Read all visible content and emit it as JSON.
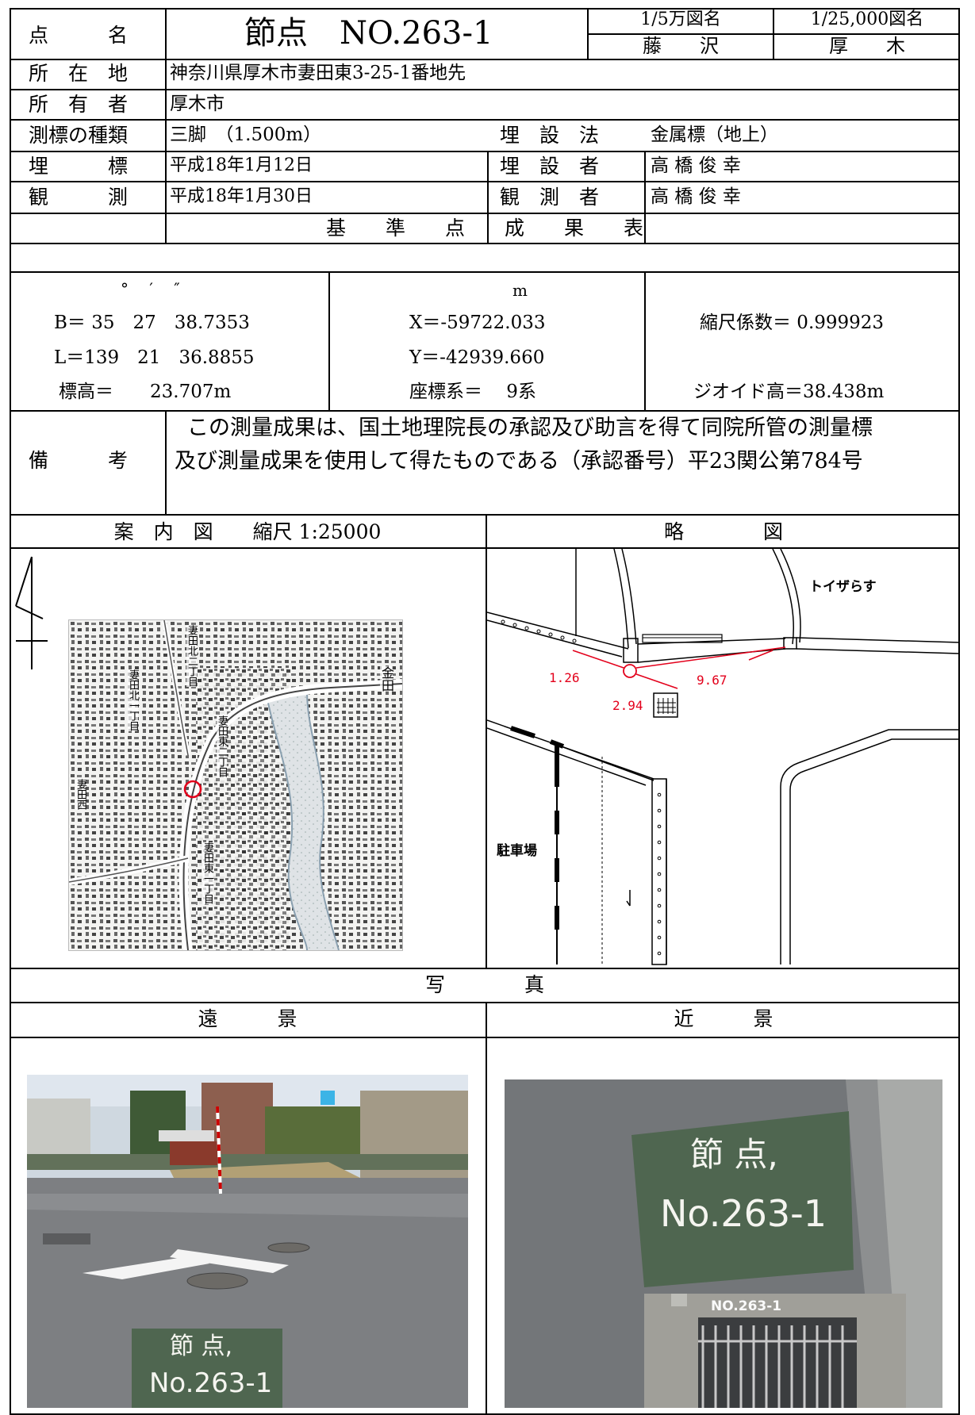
{
  "header": {
    "point_label": "点　　　名",
    "point_name": "節点　NO.263-1",
    "map50k_label": "1/5万図名",
    "map25k_label": "1/25,000図名",
    "map50k_value": "藤　　沢",
    "map25k_value": "厚　　木"
  },
  "info": {
    "location_label": "所　在　地",
    "location_value": "神奈川県厚木市妻田東3-25-1番地先",
    "owner_label": "所　有　者",
    "owner_value": "厚木市",
    "marker_type_label": "測標の種類",
    "marker_type_value": "三脚　（1.500m）",
    "burial_method_label": "埋　設　法",
    "burial_method_value": "金属標（地上）",
    "burial_label": "埋　　　標",
    "burial_date": "平成18年1月12日",
    "burier_label": "埋　設　者",
    "burier_value": "高 橋 俊 幸",
    "observation_label": "観　　　測",
    "observation_date": "平成18年1月30日",
    "observer_label": "観　測　者",
    "observer_value": "高 橋 俊 幸"
  },
  "results": {
    "title": "基　　準　　点　　成　　果　　表",
    "deg_units": "°　 ′　 ″",
    "B": "B＝ 35　27　38.7353",
    "L": "L＝139　21　36.8855",
    "elevation": "標高＝　　23.707m",
    "m_unit": "m",
    "X": "X＝-59722.033",
    "Y": "Y＝-42939.660",
    "coord_system": "座標系＝　 9系",
    "scale_factor": "縮尺係数＝ 0.999923",
    "geoid_height": "ジオイド高＝38.438m"
  },
  "remarks": {
    "label": "備　　　考",
    "line1": "この測量成果は、国土地理院長の承認及び助言を得て同院所管の測量標",
    "line2": "及び測量成果を使用して得たものである（承認番号）平23関公第784号"
  },
  "guide_map": {
    "title": "案　内　図　　縮尺 1:25000",
    "map_labels": [
      "妻田北二丁目",
      "妻田北一丁目",
      "妻田東二丁目",
      "妻田東一丁目",
      "金田",
      "妻田西"
    ]
  },
  "sketch": {
    "title": "略　　　　図",
    "store_label": "トイザらす",
    "parking_label": "駐車場",
    "dist1": "1.26",
    "dist2": "2.94",
    "dist3": "9.67"
  },
  "photos": {
    "title": "写　　　　真",
    "far_label": "遠　　　景",
    "near_label": "近　　　景",
    "board_line1": "節 点,",
    "board_line2": "No.263-1",
    "stencil": "NO.263-1"
  },
  "colors": {
    "measure_red": "#e3001b",
    "board_green": "#4f6650",
    "asphalt": "#7b7d7f"
  }
}
